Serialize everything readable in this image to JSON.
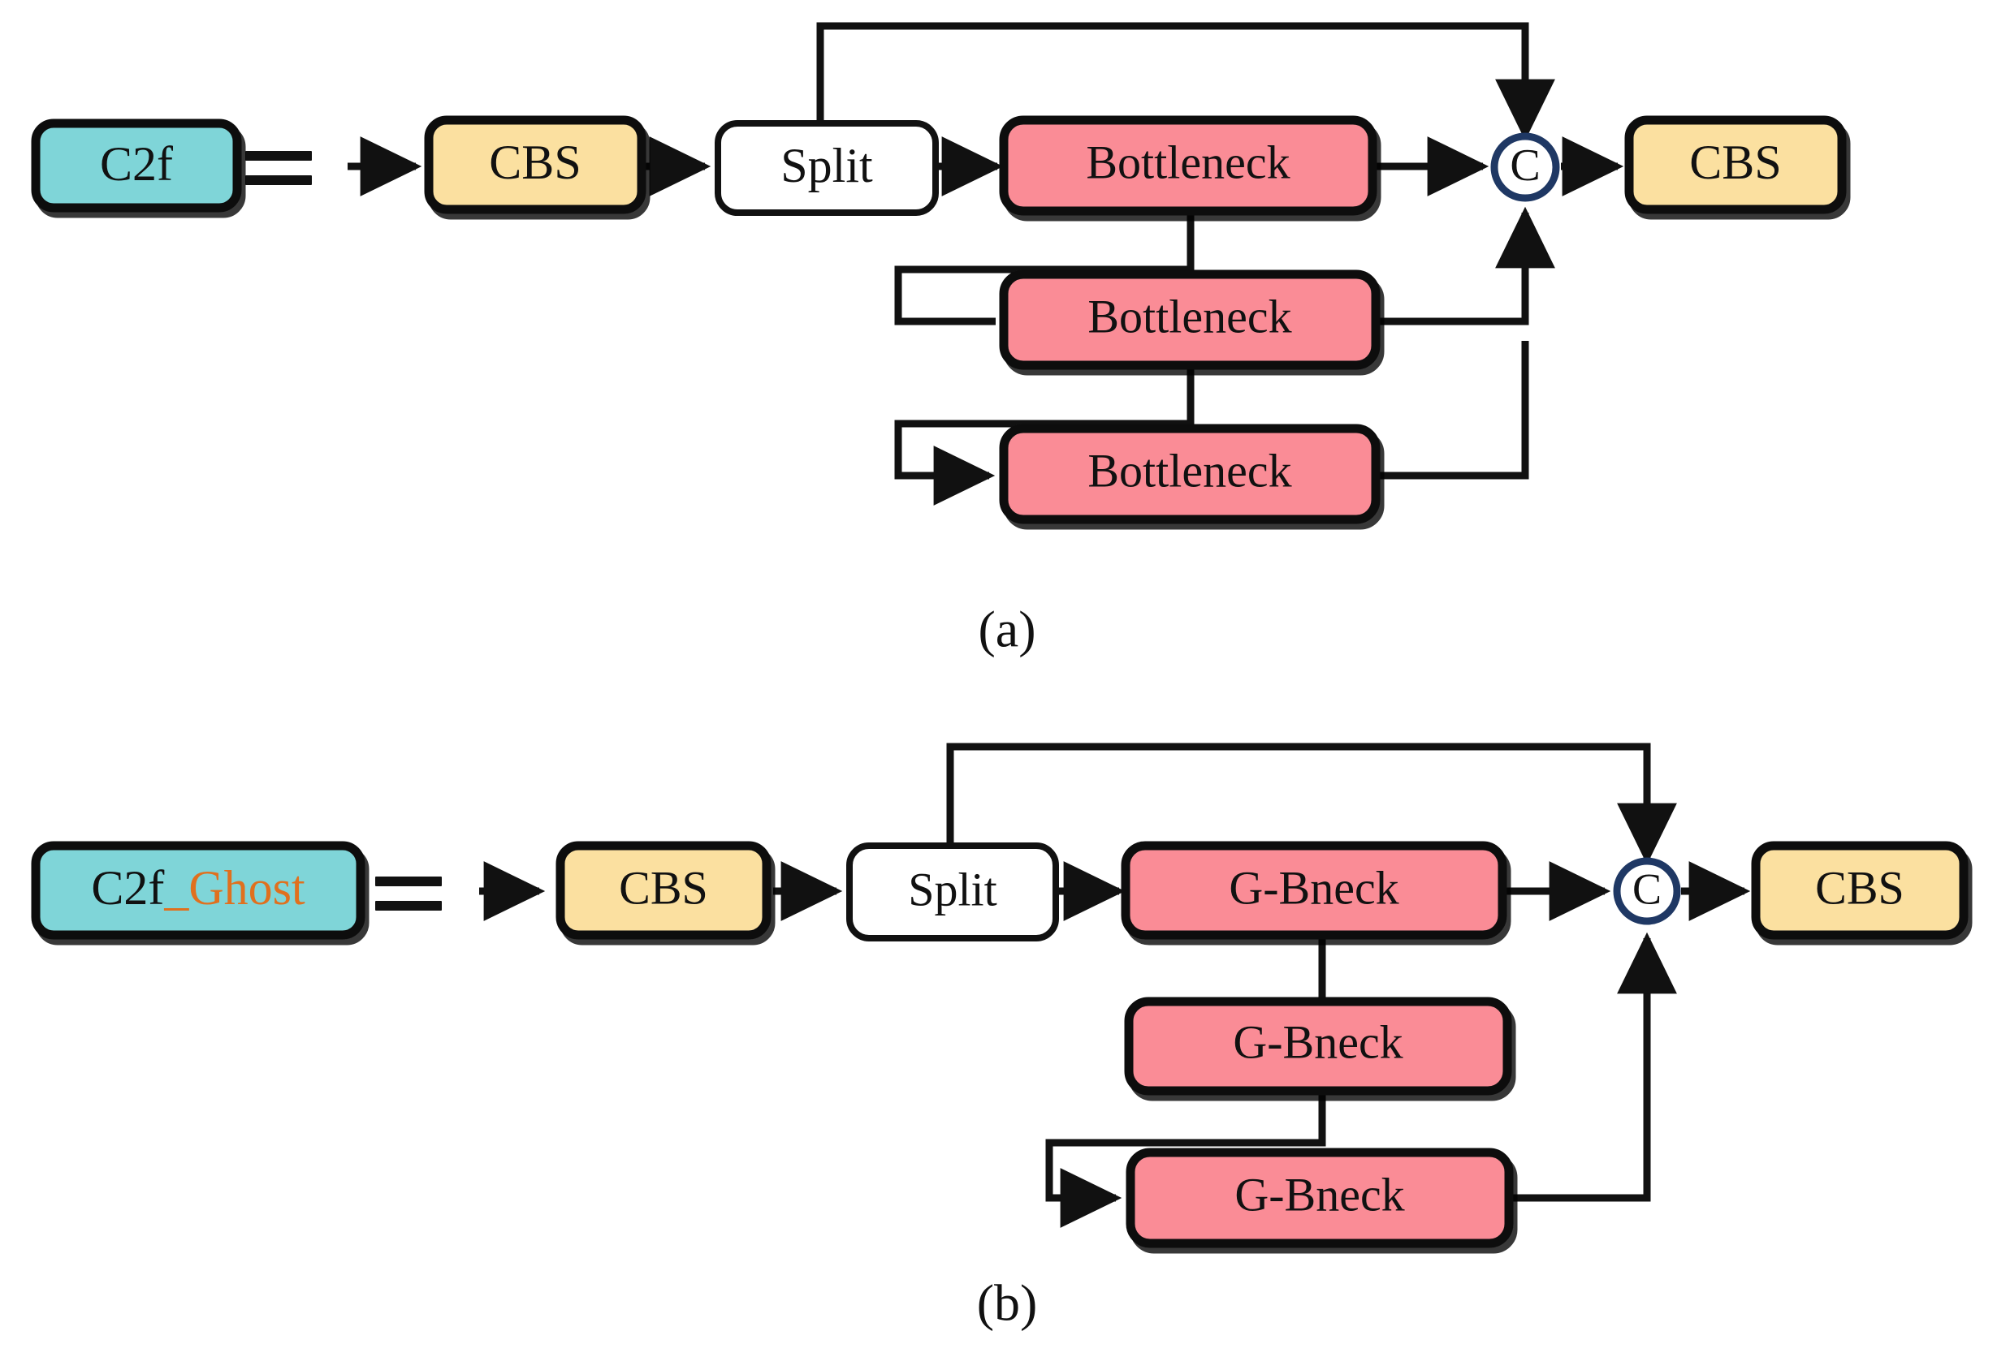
{
  "figure": {
    "title_a": "(a)",
    "title_b": "(b)",
    "equals_sign": "=",
    "concat_symbol": "C"
  },
  "colors": {
    "teal": "#7FD5D8",
    "yellow": "#FBE0A0",
    "pink": "#FA8C96",
    "white": "#FFFFFF",
    "stroke": "#111111",
    "concat_ring": "#1F3864",
    "ghost_accent": "#E0701E",
    "background": "#FFFFFF"
  },
  "panel_a": {
    "id": "panel-a",
    "caption": "(a)",
    "module_name": "C2f",
    "equals": "=",
    "nodes": {
      "cbs_in": "CBS",
      "split": "Split",
      "bneck_1": "Bottleneck",
      "bneck_2": "Bottleneck",
      "bneck_3": "Bottleneck",
      "concat": "C",
      "cbs_out": "CBS"
    },
    "sequence": [
      "C2f",
      "=",
      "CBS",
      "Split",
      "Bottleneck",
      "Bottleneck",
      "Bottleneck",
      "C",
      "CBS"
    ]
  },
  "panel_b": {
    "id": "panel-b",
    "caption": "(b)",
    "module_name_base": "C2f",
    "module_name_accent": "_Ghost",
    "module_name_full": "C2f_Ghost",
    "equals": "=",
    "nodes": {
      "cbs_in": "CBS",
      "split": "Split",
      "gbneck_1": "G-Bneck",
      "gbneck_2": "G-Bneck",
      "gbneck_3": "G-Bneck",
      "concat": "C",
      "cbs_out": "CBS"
    },
    "sequence": [
      "C2f_Ghost",
      "=",
      "CBS",
      "Split",
      "G-Bneck",
      "G-Bneck",
      "G-Bneck",
      "C",
      "CBS"
    ]
  }
}
